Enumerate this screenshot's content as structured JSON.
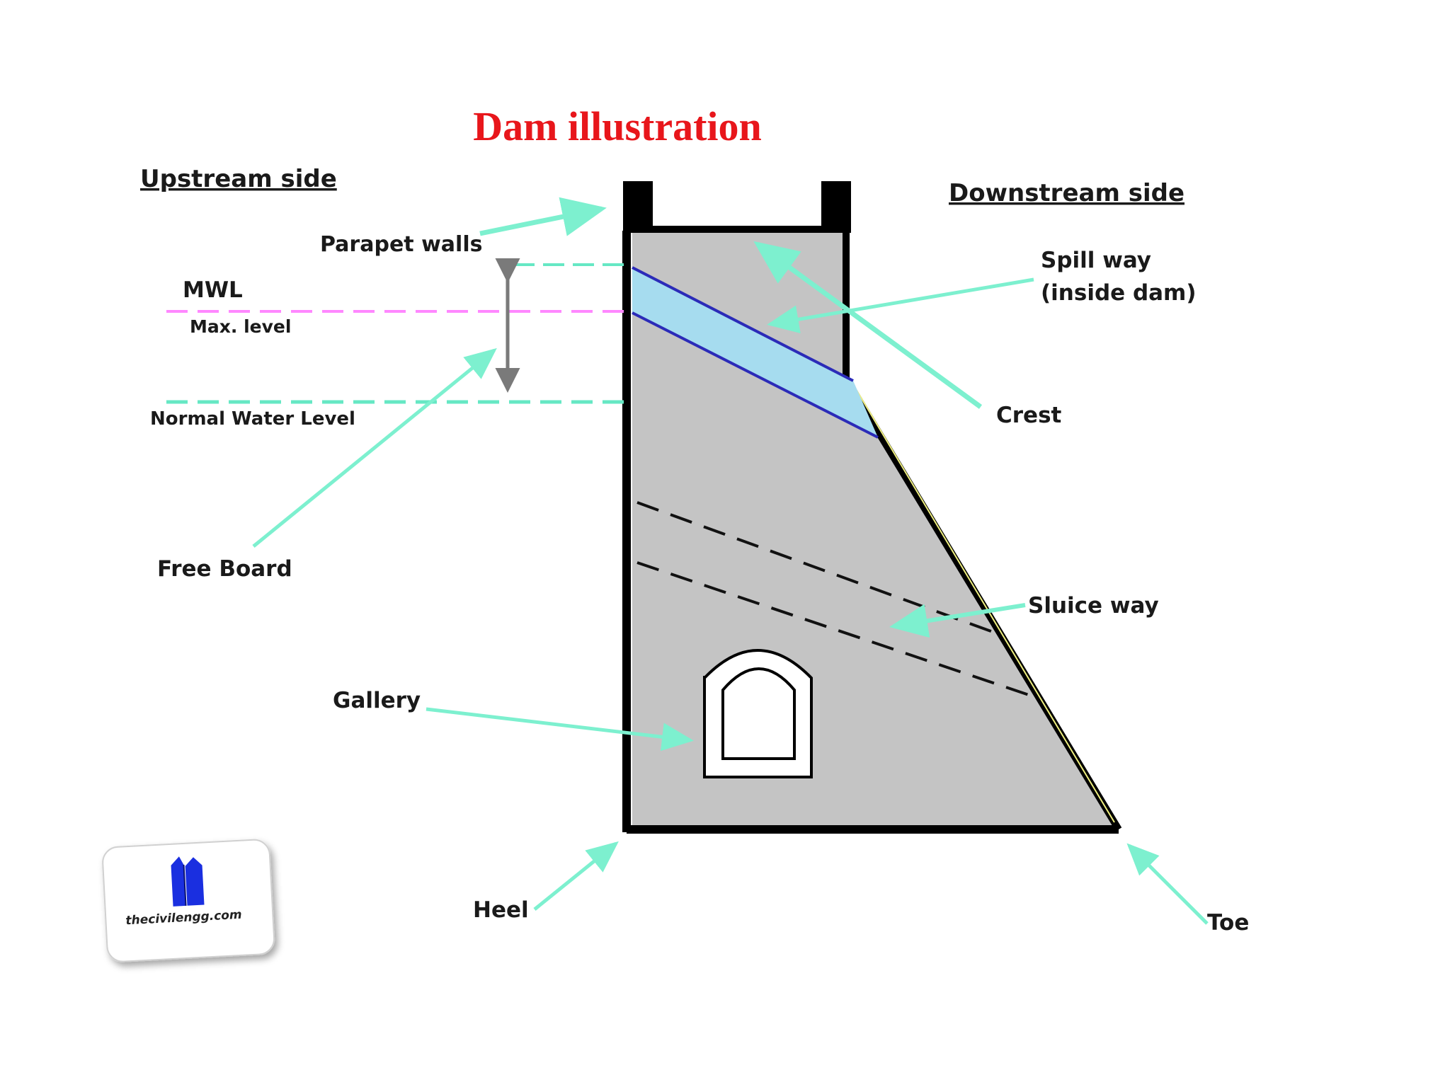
{
  "title": "Dam illustration",
  "labels": {
    "upstream": "Upstream side",
    "downstream": "Downstream side",
    "parapet": "Parapet walls",
    "mwl": "MWL",
    "max_level": "Max. level",
    "normal_water": "Normal Water Level",
    "free_board": "Free Board",
    "spillway_1": "Spill way",
    "spillway_2": "(inside dam)",
    "crest": "Crest",
    "sluice": "Sluice way",
    "gallery": "Gallery",
    "heel": "Heel",
    "toe": "Toe"
  },
  "logo": {
    "text": "thecivilengg.com"
  },
  "colors": {
    "title": "#e8161b",
    "dam_fill": "#c4c4c4",
    "outline": "#000000",
    "arrow": "#7df0cf",
    "mwl_line": "#ff88ff",
    "water_line": "#66e8c4",
    "spillway_fill": "#a6dcef",
    "spillway_edge": "#2b2bb8",
    "logo_icon": "#1a2fe0",
    "free_board_arrow": "#808080"
  }
}
